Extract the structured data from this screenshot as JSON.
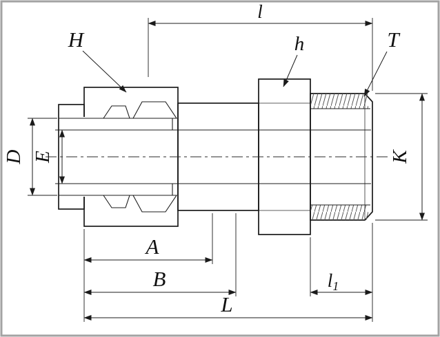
{
  "drawing": {
    "colors": {
      "frame": "#a3a3a3",
      "line": "#1b1b1b",
      "body_fill": "#e9e9e9",
      "nut_base_fill": "#dadada",
      "ferrule_fill": "#f3f3f3"
    },
    "labels": {
      "l": "l",
      "H": "H",
      "h": "h",
      "T": "T",
      "D": "D",
      "E": "E",
      "K": "K",
      "A": "A",
      "B": "B",
      "L": "L",
      "l1_base": "l",
      "l1_sub": "1"
    }
  }
}
